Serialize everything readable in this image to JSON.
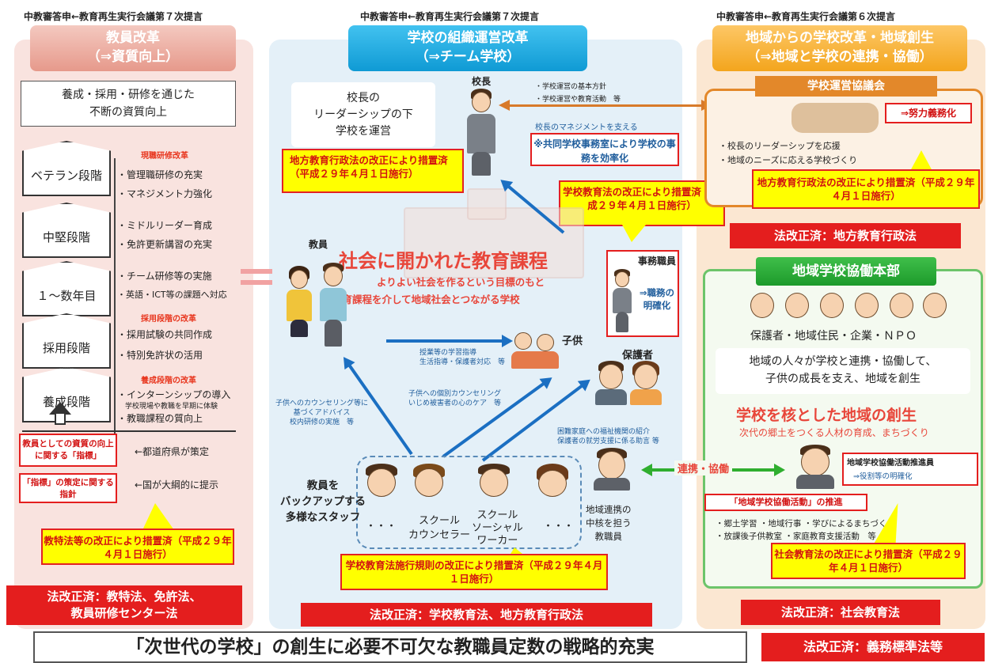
{
  "sources": {
    "left": "中教審答申←教育再生実行会議第７次提言",
    "mid": "中教審答申←教育再生実行会議第７次提言",
    "right": "中教審答申←教育再生実行会議第６次提言"
  },
  "left": {
    "header_line1": "教員改革",
    "header_line2": "（⇒資質向上）",
    "intro_line1": "養成・採用・研修を通じた",
    "intro_line2": "不断の資質向上",
    "stages": [
      "ベテラン段階",
      "中堅段階",
      "１～数年目",
      "採用段階",
      "養成段階"
    ],
    "training_head": "現職研修改革",
    "training_items": [
      "・管理職研修の充実",
      "・マネジメント力強化",
      "・ミドルリーダー育成",
      "・免許更新講習の充実",
      "・チーム研修等の実施",
      "・英語・ICT等の課題へ対応"
    ],
    "hiring_head": "採用段階の改革",
    "hiring_items": [
      "・採用試験の共同作成",
      "・特別免許状の活用"
    ],
    "prep_head": "養成段階の改革",
    "prep_items": [
      "・インターンシップの導入",
      "学校現場や教職を早期に体験",
      "・教職課程の質向上"
    ],
    "index_box1": "教員としての資質の向上に関する「指標」",
    "index_box2": "「指標」の策定に関する指針",
    "pref_note": "←都道府県が策定",
    "nation_note": "←国が大綱的に提示",
    "callout": "教特法等の改正により措置済（平成２９年４月１日施行）",
    "law_line1": "法改正済：教特法、免許法、",
    "law_line2": "教員研修センター法"
  },
  "mid": {
    "header_line1": "学校の組織運営改革",
    "header_line2": "（⇒チーム学校）",
    "principal_box_line1": "校長の",
    "principal_box_line2": "リーダーシップの下",
    "principal_box_line3": "学校を運営",
    "principal_label": "校長",
    "principal_items": [
      "・学校運営の基本方針",
      "・学校運営や教育活動　等"
    ],
    "support_label": "校長のマネジメントを支える",
    "joint_office": "※共同学校事務室により学校の事務を効率化",
    "callout_local": "地方教育行政法の改正により措置済（平成２９年４月１日施行）",
    "callout_school": "学校教育法の改正により措置済（平成２９年４月１日施行）",
    "curriculum_title": "社会に開かれた教育課程",
    "curriculum_sub1": "よりよい社会を作るという目標のもと",
    "curriculum_sub2": "教育課程を介して地域社会とつながる学校",
    "teacher_label": "教員",
    "clerk_label": "事務職員",
    "clerk_role": "⇒職務の明確化",
    "child_label": "子供",
    "guardian_label": "保護者",
    "arrow_text1_line1": "授業等の学習指導",
    "arrow_text1_line2": "生活指導・保護者対応　等",
    "arrow_text2_line1": "子供への個別カウンセリング",
    "arrow_text2_line2": "いじめ被害者の心のケア　等",
    "arrow_text3_line1": "子供へのカウンセリング等に",
    "arrow_text3_line2": "基づくアドバイス",
    "arrow_text3_line3": "校内研修の実施　等",
    "arrow_text4_line1": "困難家庭への福祉機関の紹介",
    "arrow_text4_line2": "保護者の就労支援に係る助言 等",
    "staff_label_line1": "教員を",
    "staff_label_line2": "バックアップする",
    "staff_label_line3": "多様なスタッフ",
    "dots": "・・・",
    "counselor_line1": "スクール",
    "counselor_line2": "カウンセラー",
    "social_line1": "スクール",
    "social_line2": "ソーシャル",
    "social_line3": "ワーカー",
    "liaison_line1": "地域連携の",
    "liaison_line2": "中核を担う",
    "liaison_line3": "教職員",
    "callout_rule": "学校教育法施行規則の改正により措置済（平成２９年４月１日施行）",
    "law": "法改正済：学校教育法、地方教育行政法"
  },
  "right": {
    "header_line1": "地域からの学校改革・地域創生",
    "header_line2": "（⇒地域と学校の連携・協働）",
    "council_title": "学校運営協議会",
    "effort_box": "⇒努力義務化",
    "council_item1": "・校長のリーダーシップを応援",
    "council_item2": "・地域のニーズに応える学校づくり",
    "callout_local": "地方教育行政法の改正により措置済（平成２９年４月１日施行）",
    "law_local": "法改正済：地方教育行政法",
    "hq_title": "地域学校協働本部",
    "members": "保護者・地域住民・企業・ＮＰＯ",
    "desc_line1": "地域の人々が学校と連携・協働して、",
    "desc_line2": "子供の成長を支え、地域を創生",
    "core_title": "学校を核とした地域の創生",
    "core_sub": "次代の郷土をつくる人材の育成、まちづくり",
    "coop_label": "連携・協働",
    "coordinator_line1": "地域学校協働活動推進員",
    "coordinator_line2": "⇒役割等の明確化",
    "promotion_box": "「地域学校協働活動」の推進",
    "activities_line1": "・郷土学習 ・地域行事 ・学びによるまちづくり",
    "activities_line2": "・放課後子供教室 ・家庭教育支援活動　等",
    "callout_social": "社会教育法の改正により措置済（平成２９年４月１日施行）",
    "law_social": "法改正済：社会教育法"
  },
  "bottom": {
    "main": "「次世代の学校」の創生に必要不可欠な教職員定数の戦略的充実",
    "law": "法改正済：義務標準法等"
  },
  "colors": {
    "red": "#e41e1e",
    "yellow": "#ffff00",
    "blue_arrow": "#1b6fc2",
    "green_arrow": "#2fae2f",
    "orange_arrow": "#d87a2a"
  }
}
